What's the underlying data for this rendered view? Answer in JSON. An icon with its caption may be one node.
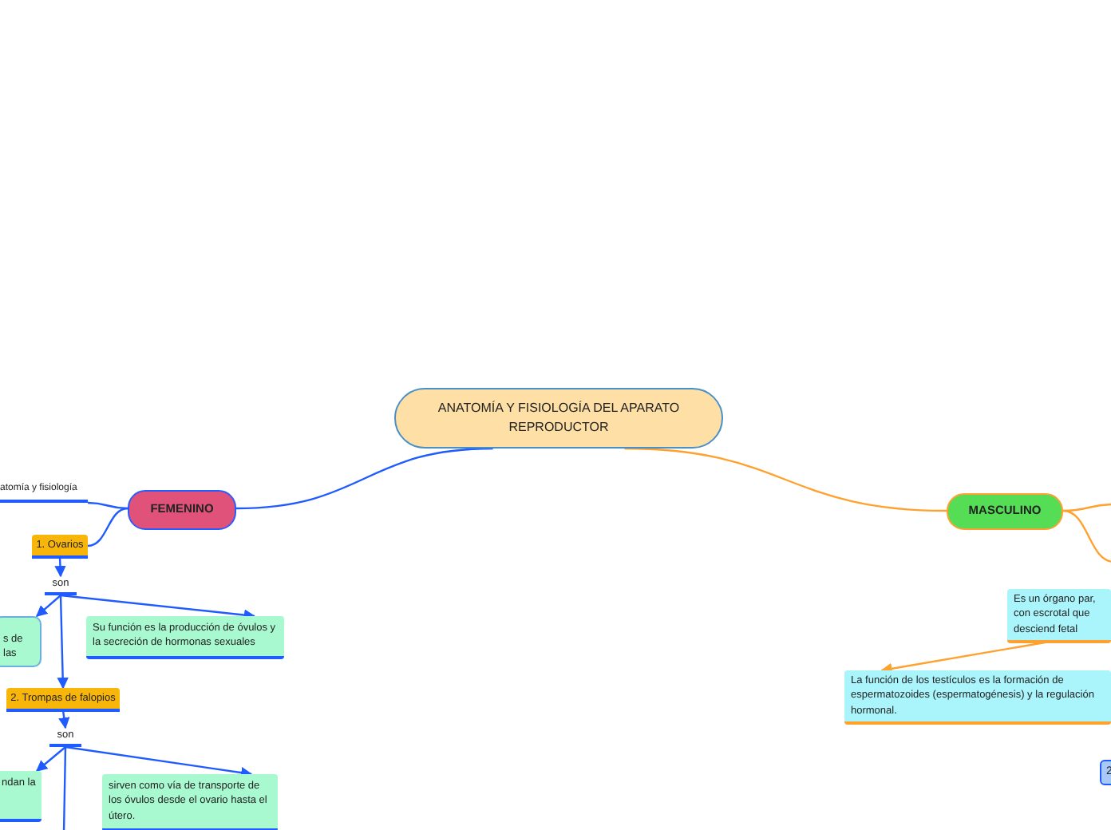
{
  "diagram": {
    "nodes": [
      {
        "text": [
          "ANATOMÍA Y FISIOLOGÍA DEL APARATO REPRODUCTOR"
        ]
      },
      {
        "text": [
          "FEMENINO"
        ]
      },
      {
        "text": [
          "atomía y fisiología"
        ]
      },
      {
        "text": [
          "1. Ovarios"
        ]
      },
      {
        "text": [
          "son"
        ]
      },
      {
        "text": [
          "s de las"
        ]
      },
      {
        "text": [
          "Su función es la producción de óvulos y la secreción de hormonas sexuales"
        ]
      },
      {
        "text": [
          "2. Trompas de falopios"
        ]
      },
      {
        "text": [
          "son"
        ]
      },
      {
        "text": [
          "ndan la"
        ]
      },
      {
        "text": [
          "sirven como vía de transporte de los óvulos desde el ovario hasta el útero."
        ]
      },
      {
        "text": [
          "MASCULINO"
        ]
      },
      {
        "text": [
          "Es un órgano par, con escrotal que desciend fetal"
        ]
      },
      {
        "text": [
          "La función de los testículos es la formación de espermatozoides (espermatogénesis) y la regulación hormonal."
        ]
      },
      {
        "text": [
          "2"
        ]
      }
    ],
    "edges": [
      {
        "from": 0,
        "to": 1,
        "arrow": "none"
      },
      {
        "from": 1,
        "to": 2,
        "arrow": "none"
      },
      {
        "from": 1,
        "to": 3,
        "arrow": "none"
      },
      {
        "from": 3,
        "to": 4,
        "arrow": "to"
      },
      {
        "from": 4,
        "to": 5,
        "arrow": "to"
      },
      {
        "from": 4,
        "to": 6,
        "arrow": "to"
      },
      {
        "from": 4,
        "to": 7,
        "arrow": "to"
      },
      {
        "from": 7,
        "to": 8,
        "arrow": "to"
      },
      {
        "from": 8,
        "to": 9,
        "arrow": "to"
      },
      {
        "from": 8,
        "to": 10,
        "arrow": "to"
      },
      {
        "from": 8,
        "to": null,
        "arrow": "none"
      },
      {
        "from": 0,
        "to": 11,
        "arrow": "none",
        "color": "#ffa12e"
      },
      {
        "from": 11,
        "to": null,
        "arrow": "none",
        "color": "#ffa12e"
      },
      {
        "from": 11,
        "to": null,
        "arrow": "none",
        "color": "#ffa12e"
      },
      {
        "from": 12,
        "to": 13,
        "arrow": "to",
        "color": "#ffa12e"
      }
    ]
  }
}
